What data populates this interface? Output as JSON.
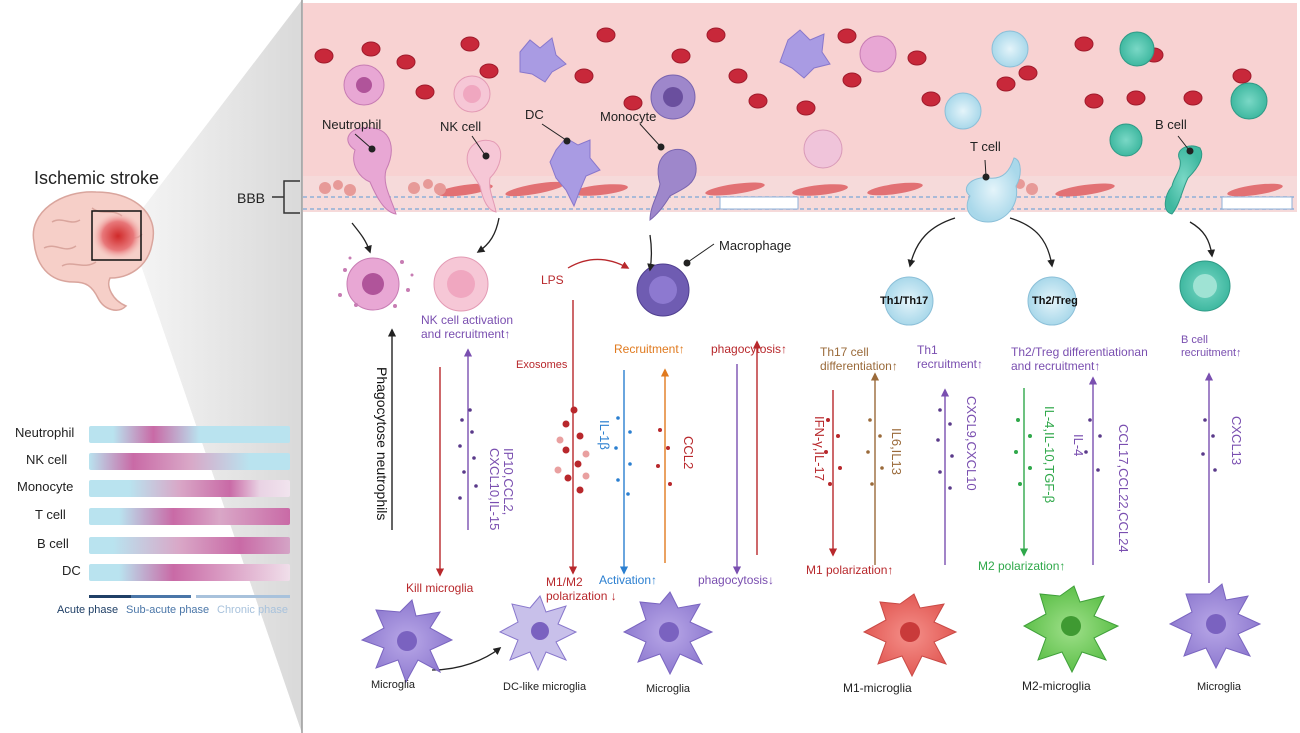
{
  "title": "Ischemic stroke",
  "bbb_label": "BBB",
  "vessel_cells": {
    "neutrophil": "Neutrophil",
    "nk_cell": "NK cell",
    "dc": "DC",
    "monocyte": "Monocyte",
    "t_cell": "T cell",
    "b_cell": "B cell",
    "macrophage": "Macrophage"
  },
  "t_subsets": {
    "th1_th17": "Th1/Th17",
    "th2_treg": "Th2/Treg"
  },
  "pathway_labels": {
    "lps": "LPS",
    "nk_activation": "NK cell activation\nand recruitment↑",
    "phagocytose_neutrophils": "Phagocytose neutrophils",
    "exosomes": "Exosomes",
    "recruitment": "Recruitment↑",
    "phagocytosis_up": "phagocytosis↑",
    "th17_diff": "Th17 cell\ndifferentiation↑",
    "th1_recruit": "Th1\nrecruitment↑",
    "th2_treg_diff": "Th2/Treg differentiationan\nand recruitment↑",
    "b_recruit": "B cell\nrecruitment↑",
    "kill_microglia": "Kill microglia",
    "m1m2_polarization": "M1/M2\npolarization ↓",
    "activation_up": "Activation↑",
    "phagocytosis_down": "phagocytosis↓",
    "m1_polarization": "M1 polarization↑",
    "m2_polarization": "M2 polarization↑"
  },
  "cytokines": {
    "ip10": "IP10,CCL2,\nCXCL10,IL-15",
    "il1b": "IL-1β",
    "ccl2": "CCL2",
    "ifng": "IFN-γ,IL-17",
    "il6": "IL6,IL13",
    "cxcl9": "CXCL9,CXCL10",
    "il4": "IL-4,IL-10,TGF-β",
    "il4b": "IL-4",
    "ccl17": "CCL17,CCL22,CCL24",
    "cxcl13": "CXCL13"
  },
  "microglia": {
    "m1": "Microglia",
    "m2": "DC-like microglia",
    "m3": "Microglia",
    "m4": "M1-microglia",
    "m5": "M2-microglia",
    "m6": "Microglia"
  },
  "timeline": {
    "rows": [
      "Neutrophil",
      "NK cell",
      "Monocyte",
      "T cell",
      "B cell",
      "DC"
    ],
    "phases": [
      "Acute phase",
      "Sub-acute phase",
      "Chronic phase"
    ]
  },
  "colors": {
    "vessel": "#f8d2d2",
    "red_cell": "#c8283a",
    "purple": "#7a4fb0",
    "orange": "#e07a1f",
    "blue": "#2b7fd0",
    "green": "#2fa84a",
    "dark_red": "#b8282c",
    "brown": "#9a6a3a",
    "bar_blue": "#b9e3ef",
    "bar_pink": "#c96aa6",
    "acute": "#1f3f66",
    "subacute": "#4a76a8",
    "chronic": "#a8c2dc"
  }
}
